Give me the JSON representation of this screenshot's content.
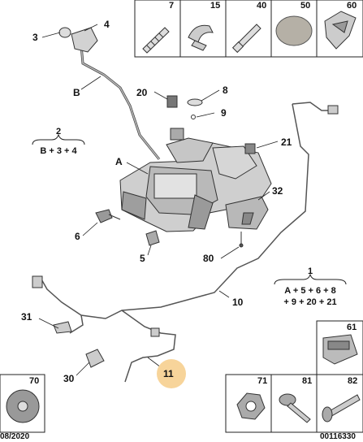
{
  "callouts": {
    "c1": "1",
    "c2": "2",
    "c3": "3",
    "c4": "4",
    "c5": "5",
    "c6": "6",
    "c8": "8",
    "c9": "9",
    "c10": "10",
    "c11": "11",
    "c20": "20",
    "c21": "21",
    "c30": "30",
    "c31": "31",
    "c32": "32",
    "c80": "80",
    "cA": "A",
    "cB": "B"
  },
  "groups": {
    "g2_number": "2",
    "g2_formula": "B + 3 + 4",
    "g1_number": "1",
    "g1_formula_line1": "A + 5 + 6 + 8",
    "g1_formula_line2": "+ 9 + 20 + 21"
  },
  "parts_top": [
    "7",
    "15",
    "40",
    "50",
    "60"
  ],
  "parts_right": [
    "61"
  ],
  "parts_bottom_right": [
    "71",
    "81",
    "82"
  ],
  "parts_bottom_left": [
    "70"
  ],
  "footer": {
    "left_text": "08/2020",
    "right_text": "00116330"
  },
  "highlight_color": "#f7d49a"
}
